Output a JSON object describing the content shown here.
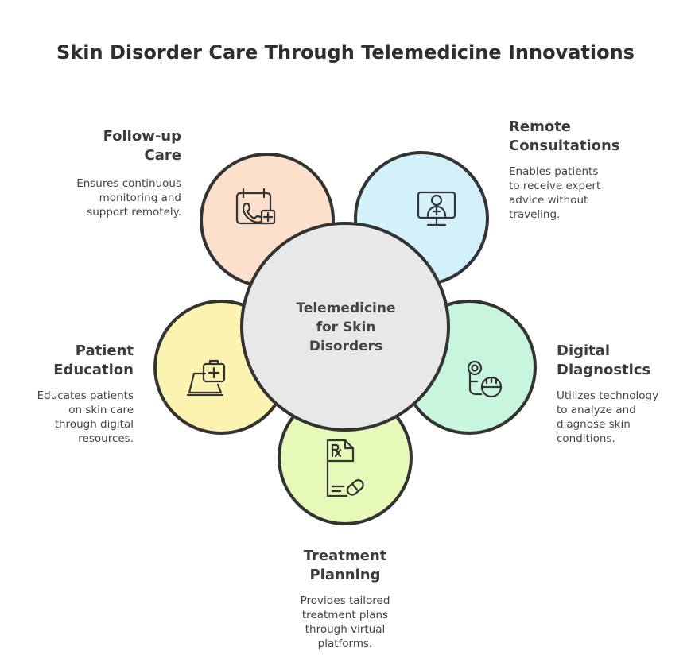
{
  "title": "Skin Disorder Care Through Telemedicine Innovations",
  "center": {
    "label_lines": [
      "Telemedicine",
      "for Skin",
      "Disorders"
    ]
  },
  "nodes": [
    {
      "key": "follow_up",
      "heading_lines": [
        "Follow-up",
        "Care"
      ],
      "desc_lines": [
        "Ensures continuous",
        "monitoring and",
        "support remotely."
      ],
      "color": "#fde0cc",
      "icon": "phone-calendar-icon"
    },
    {
      "key": "remote",
      "heading_lines": [
        "Remote",
        "Consultations"
      ],
      "desc_lines": [
        "Enables patients",
        "to receive expert",
        "advice without",
        "traveling."
      ],
      "color": "#d3f1fb",
      "icon": "doctor-monitor-icon"
    },
    {
      "key": "patient_edu",
      "heading_lines": [
        "Patient",
        "Education"
      ],
      "desc_lines": [
        "Educates patients",
        "on skin care",
        "through digital",
        "resources."
      ],
      "color": "#fdf3b0",
      "icon": "laptop-medkit-icon"
    },
    {
      "key": "digital_diag",
      "heading_lines": [
        "Digital",
        "Diagnostics"
      ],
      "desc_lines": [
        "Utilizes technology",
        "to analyze and",
        "diagnose skin",
        "conditions."
      ],
      "color": "#c8f5de",
      "icon": "diagnostic-device-icon"
    },
    {
      "key": "treatment",
      "heading_lines": [
        "Treatment",
        "Planning"
      ],
      "desc_lines": [
        "Provides tailored",
        "treatment plans",
        "through virtual",
        "platforms."
      ],
      "color": "#e6f9b8",
      "icon": "prescription-pill-icon"
    }
  ],
  "center_color": "#e8e8e8",
  "stroke_color": "#333333"
}
